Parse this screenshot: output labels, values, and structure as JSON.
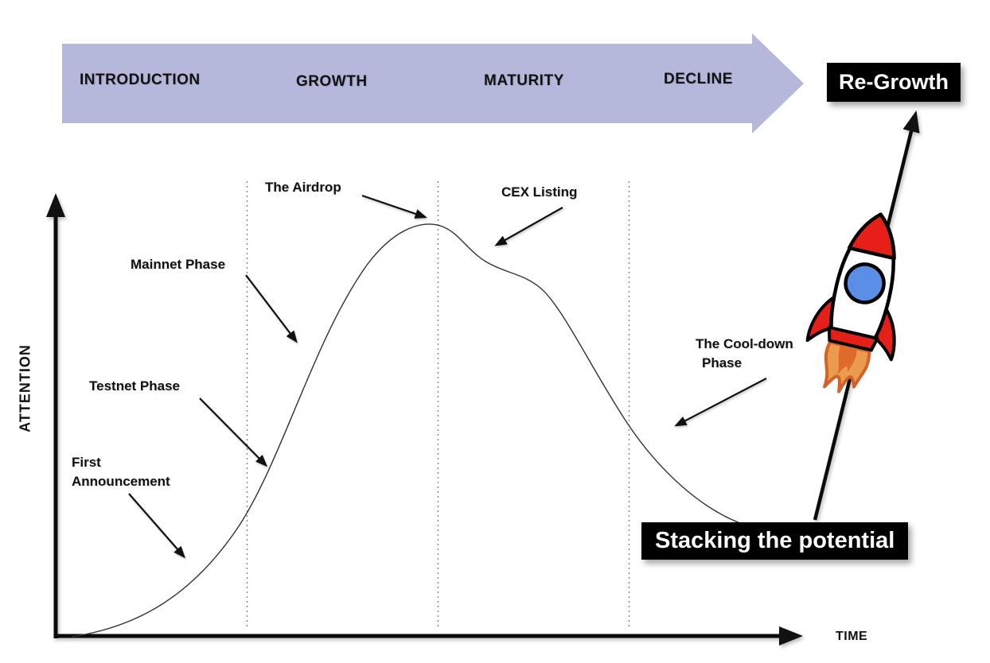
{
  "header_arrow": {
    "color": "#b5b8db",
    "phases": [
      "INTRODUCTION",
      "GROWTH",
      "MATURITY",
      "DECLINE"
    ],
    "regrowth_label": "Re-Growth"
  },
  "axes": {
    "y_label": "ATTENTION",
    "x_label": "TIME"
  },
  "annotations": {
    "airdrop": "The Airdrop",
    "cex_listing": "CEX Listing",
    "mainnet": "Mainnet Phase",
    "testnet": "Testnet Phase",
    "first_announcement": {
      "line1": "First",
      "line2": "Announcement"
    },
    "cooldown": {
      "line1": "The Cool-down",
      "line2": "Phase"
    }
  },
  "callouts": {
    "stacking": "Stacking the potential"
  },
  "icons": {
    "rocket": "rocket-ship-illustration"
  },
  "colors": {
    "arrow_fill": "#b5b8db",
    "badge_bg": "#000000",
    "badge_fg": "#ffffff",
    "rocket_red": "#e62019",
    "rocket_window_blue": "#5b8ee6",
    "flame_orange": "#eb9b4d",
    "flame_deep": "#d2622a"
  },
  "curve": {
    "description": "attention-over-time lifecycle curve: slow rise, steep growth to peak near airdrop, small dip and shoulder at CEX listing, long decline into cool-down"
  }
}
